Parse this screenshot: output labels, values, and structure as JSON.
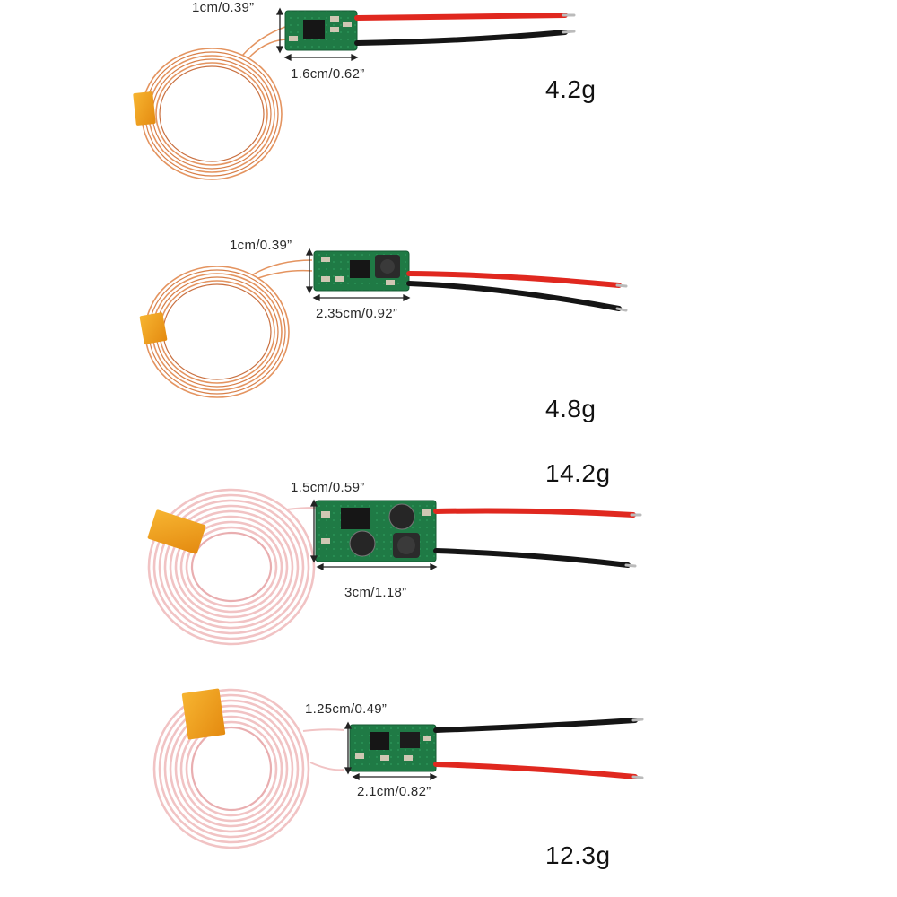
{
  "modules": [
    {
      "height_label": "1cm/0.39”",
      "width_label": "1.6cm/0.62”",
      "weight": "4.2g"
    },
    {
      "height_label": "1cm/0.39”",
      "width_label": "2.35cm/0.92”",
      "weight": "4.8g"
    },
    {
      "height_label": "1.5cm/0.59”",
      "width_label": "3cm/1.18”",
      "weight": "14.2g"
    },
    {
      "height_label": "1.25cm/0.49”",
      "width_label": "2.1cm/0.82”",
      "weight": "12.3g"
    }
  ],
  "colors": {
    "background": "#ffffff",
    "copper_coil": "#e49460",
    "silver_coil": "#f1c3c4",
    "kapton_tape": "#f4a21b",
    "pcb_green": "#1f7a45",
    "red_wire": "#e0281f",
    "black_wire": "#151515"
  },
  "icons": [
    "coil-image",
    "pcb-module-image",
    "wire-image",
    "dimension-arrow-icon"
  ]
}
